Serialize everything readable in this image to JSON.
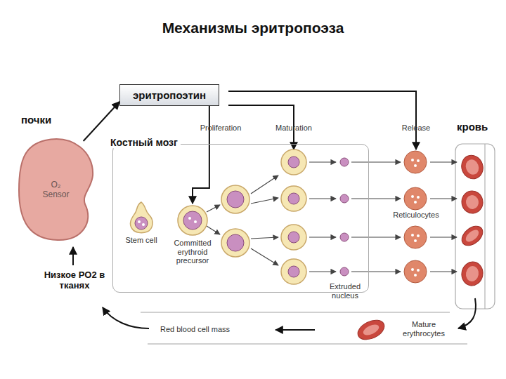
{
  "diagram": {
    "title": "Механизмы эритропоэза",
    "nodes": [
      {
        "text": [
          "эритропоэтин"
        ]
      },
      {
        "text": [
          "O₂ Sensor"
        ]
      },
      {
        "text": [
          "Костный мозг"
        ]
      },
      {
        "text": [
          "Stem cell"
        ],
        "in": 2
      },
      {
        "text": [
          "Committed erythroid precursor"
        ],
        "in": 2
      },
      {
        "text": [
          "кровь"
        ]
      }
    ],
    "edges": [
      {
        "from": 1,
        "to": 0,
        "arrow": "to"
      },
      {
        "from": 0,
        "to": 4,
        "arrow": "to"
      }
    ],
    "labels": [
      "почки",
      "Proliferation",
      "Maturation",
      "Release",
      "Reticulocytes",
      "Extruded nucleus",
      "Red blood cell mass",
      "Mature erythrocytes",
      "Низкое PO2 в тканях"
    ]
  }
}
